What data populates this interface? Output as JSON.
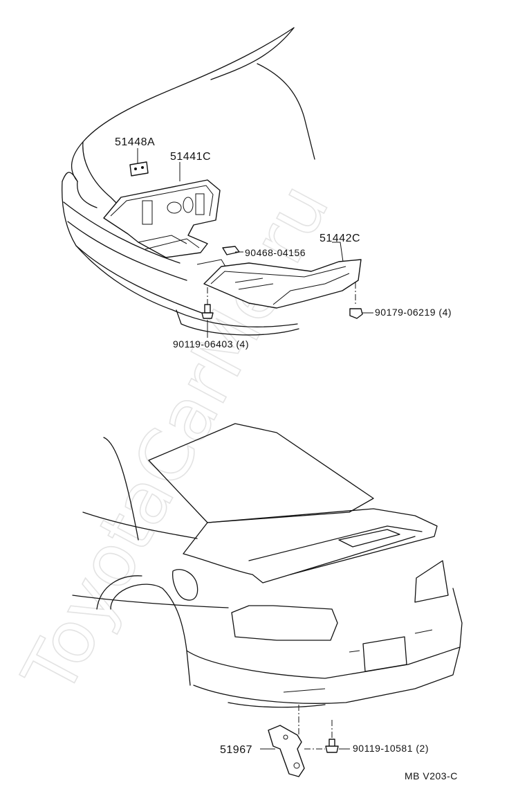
{
  "diagram": {
    "watermark": "ToyotaCarMe.ru",
    "code": "MB V203-C",
    "upper": {
      "labels": [
        {
          "id": "clip",
          "text": "51448A"
        },
        {
          "id": "cover-left",
          "text": "51441C"
        },
        {
          "id": "cover-right",
          "text": "51442C"
        },
        {
          "id": "clip-nut",
          "text": "90468-04156"
        },
        {
          "id": "nut",
          "text": "90179-06219 (4)"
        },
        {
          "id": "bolt",
          "text": "90119-06403 (4)"
        }
      ]
    },
    "lower": {
      "labels": [
        {
          "id": "bracket",
          "text": "51967"
        },
        {
          "id": "rear-bolt",
          "text": "90119-10581 (2)"
        }
      ]
    }
  }
}
